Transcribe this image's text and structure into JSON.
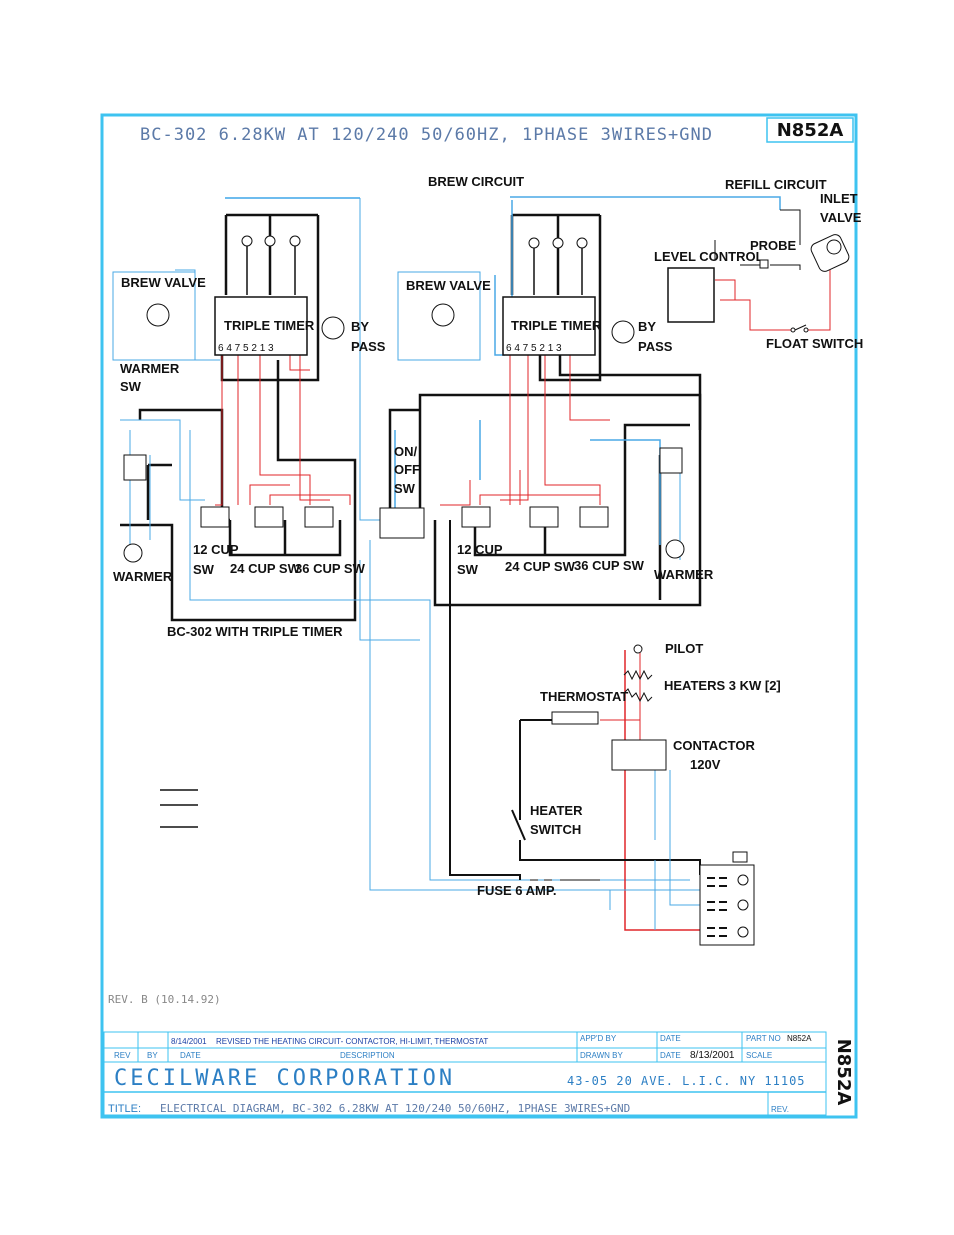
{
  "header": {
    "title": "BC-302  6.28KW  AT  120/240  50/60HZ,  1PHASE  3WIRES+GND",
    "drawing_no": "N852A"
  },
  "labels": {
    "brew_circuit": "BREW CIRCUIT",
    "refill_circuit": "REFILL CIRCUIT",
    "inlet_valve_1": "INLET",
    "inlet_valve_2": "VALVE",
    "probe": "PROBE",
    "level_control": "LEVEL CONTROL",
    "float_switch": "FLOAT SWITCH",
    "brew_valve_left": "BREW VALVE",
    "brew_valve_right": "BREW VALVE",
    "triple_timer_left": "TRIPLE TIMER",
    "triple_timer_right": "TRIPLE TIMER",
    "timer_terminals_left": "6    4     7 5 2 1 3",
    "timer_terminals_right": "6    4     7 5 2 1 3",
    "by": "BY",
    "pass": "PASS",
    "warmer_sw_1": "WARMER",
    "warmer_sw_2": "SW",
    "warmer_left": "WARMER",
    "warmer_right": "WARMER",
    "cup12_left_1": "12 CUP",
    "cup12_left_2": "SW",
    "cup24_left": "24 CUP SW",
    "cup36_left": "36 CUP SW",
    "cup12_right_1": "12 CUP",
    "cup12_right_2": "SW",
    "cup24_right": "24 CUP SW",
    "cup36_right": "36 CUP SW",
    "on_off_1": "ON/",
    "on_off_2": "OFF",
    "on_off_3": "SW",
    "bc302_caption": "BC-302 WITH TRIPLE TIMER",
    "pilot": "PILOT",
    "heaters": "HEATERS 3 KW [2]",
    "thermostat": "THERMOSTAT",
    "contactor_1": "CONTACTOR",
    "contactor_2": "120V",
    "heater_switch_1": "HEATER",
    "heater_switch_2": "SWITCH",
    "fuse": "FUSE 6 AMP.",
    "rev_note": "REV. B  (10.14.92)"
  },
  "title_block": {
    "rev_date": "8/14/2001",
    "rev_description": "REVISED THE HEATING CIRCUIT- CONTACTOR, HI-LIMIT, THERMOSTAT",
    "col_rev": "REV",
    "col_by": "BY",
    "col_date": "DATE",
    "col_description": "DESCRIPTION",
    "appd_by": "APP'D BY",
    "drawn_by": "DRAWN BY",
    "date_label_1": "DATE",
    "date_label_2": "DATE",
    "drawn_date": "8/13/2001",
    "part_no_label": "PART NO",
    "part_no": "N852A",
    "scale_label": "SCALE",
    "company": "CECILWARE CORPORATION",
    "address": "43-05  20 AVE. L.I.C. NY  11105",
    "title_label": "TITLE:",
    "title_text": "ELECTRICAL  DIAGRAM,    BC-302  6.28KW  AT  120/240  50/60HZ,  1PHASE  3WIRES+GND",
    "rev_label": "REV.",
    "side_no": "N852A"
  },
  "colors": {
    "border": "#3ec3f0",
    "wire_black": "#111111",
    "wire_red": "#e0262a",
    "wire_blue": "#4aa8e6",
    "title_blue": "#2c7fc4"
  }
}
